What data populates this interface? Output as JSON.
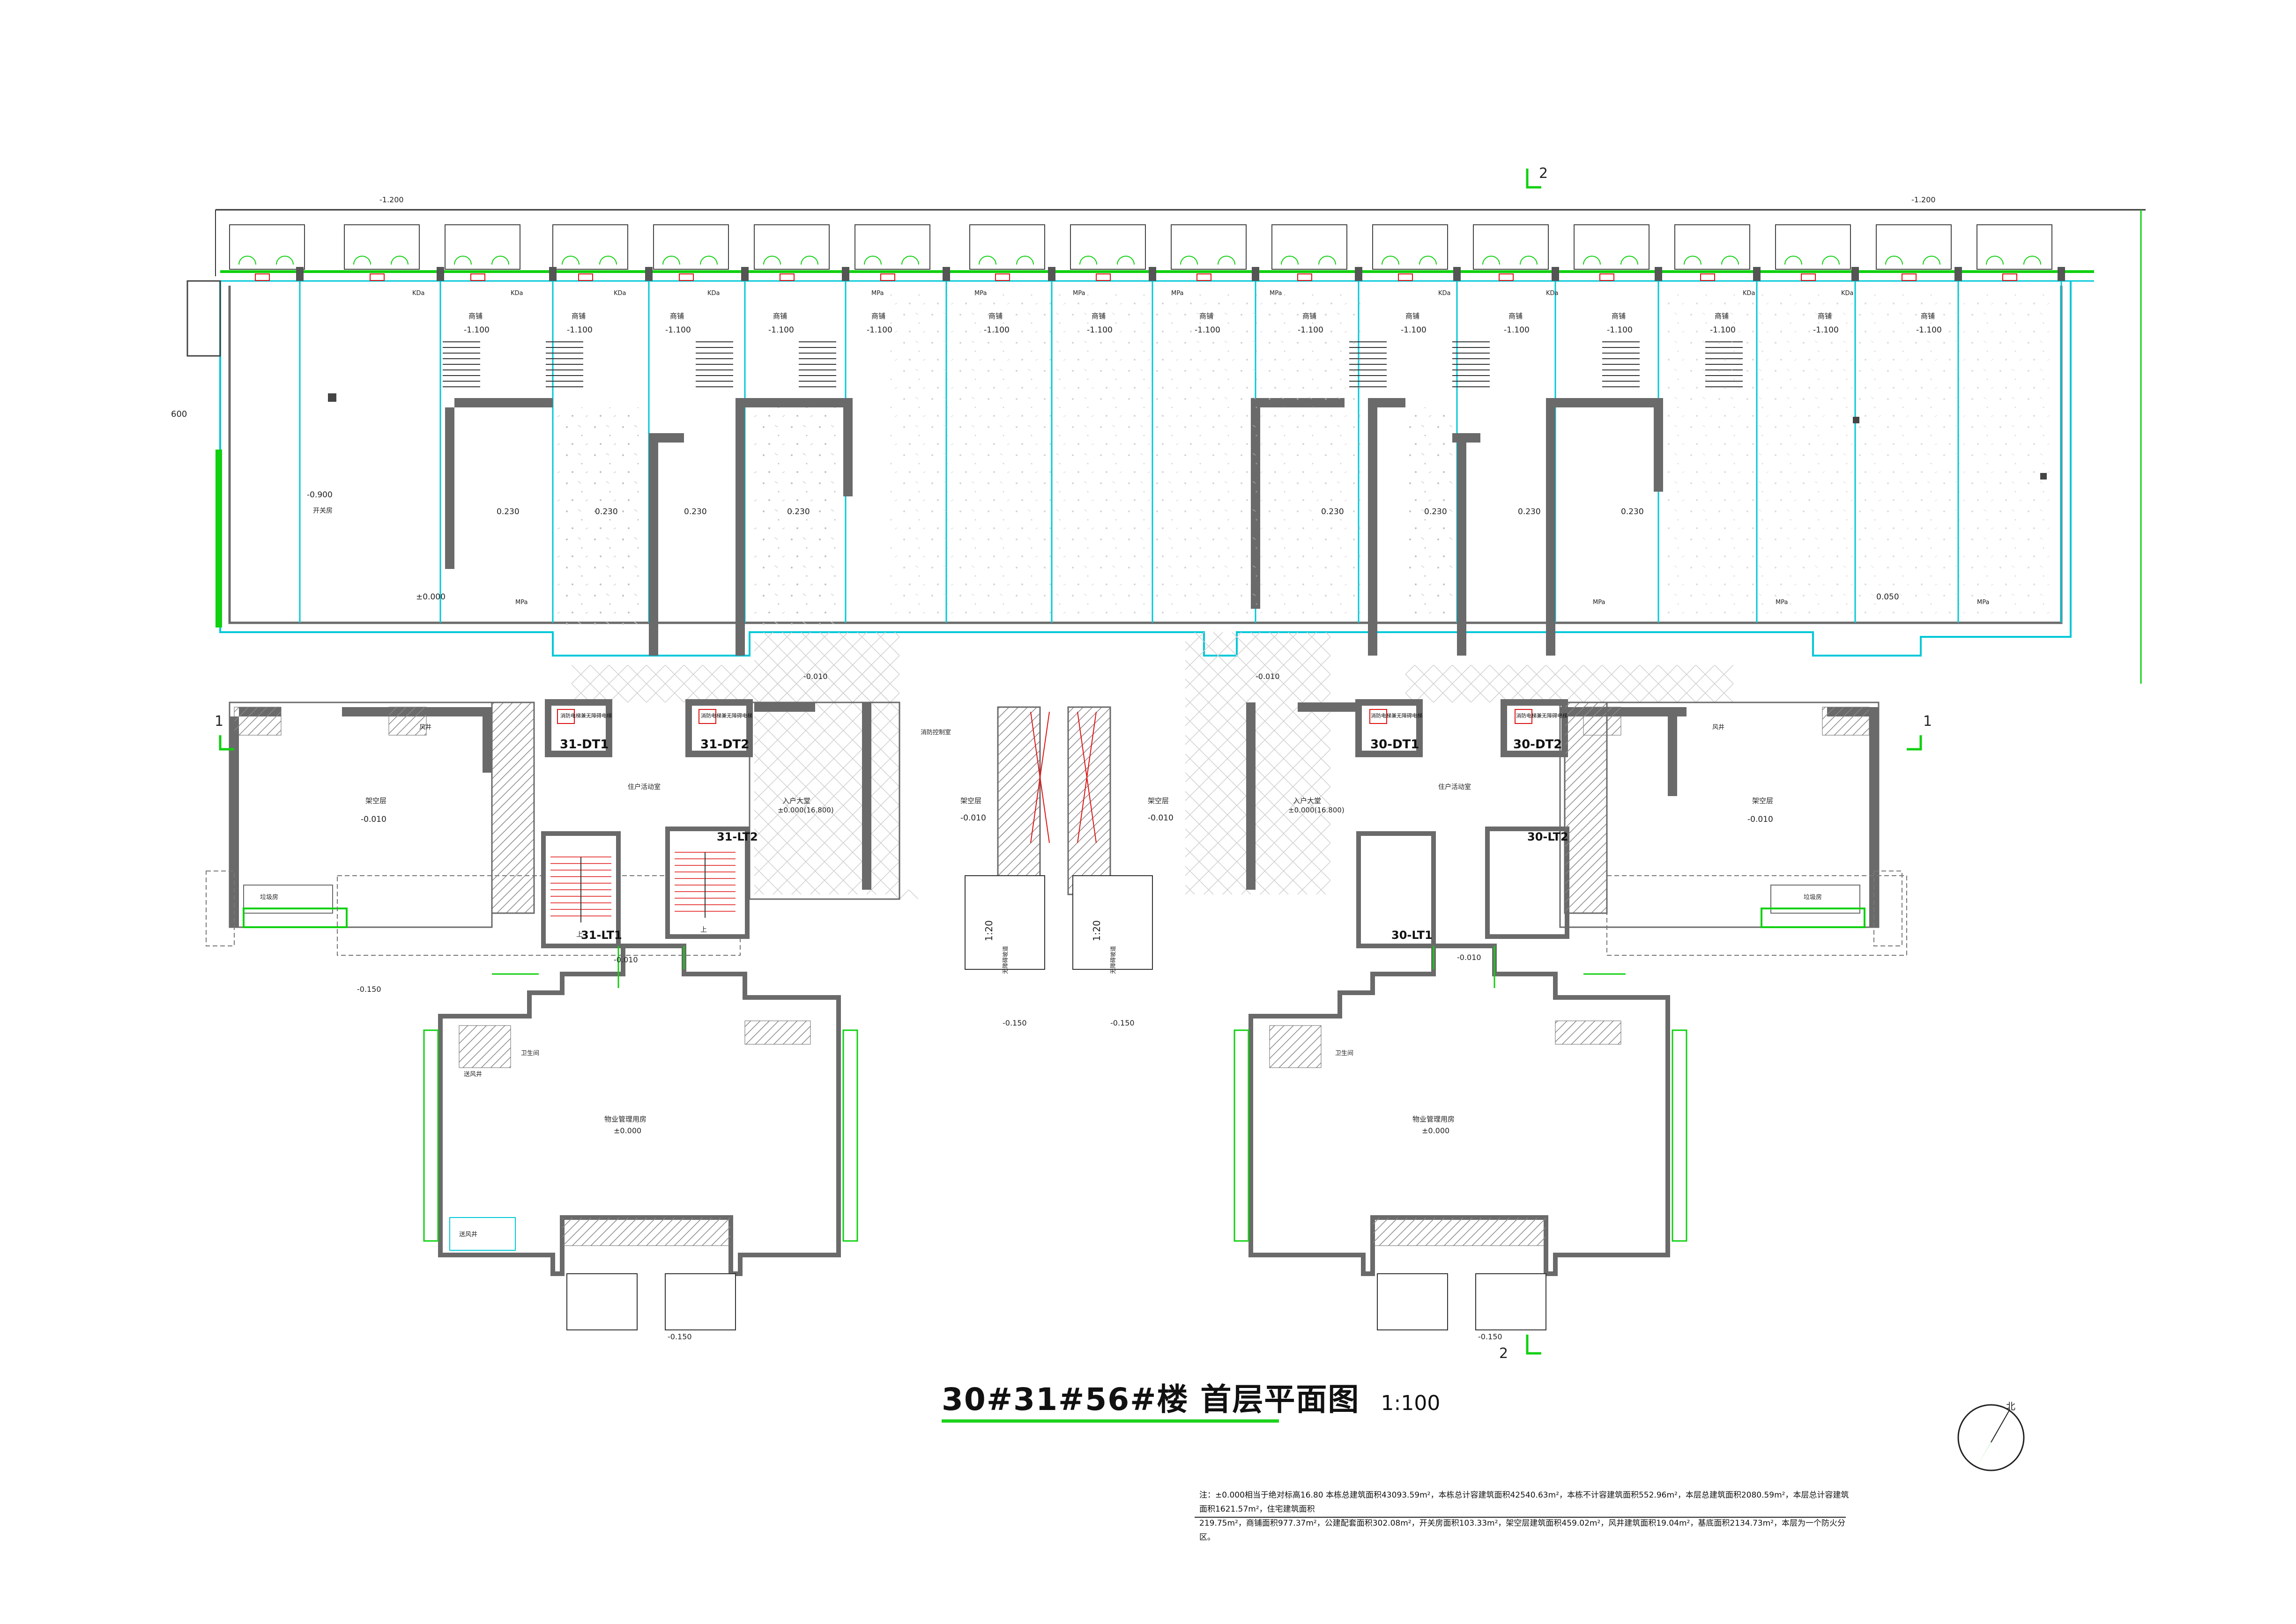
{
  "drawing": {
    "title": "30#31#56#楼  首层平面图",
    "scale": "1:100",
    "north_label": "北",
    "notes_line1": "注：±0.000相当于绝对标高16.80   本栋总建筑面积43093.59m²，本栋总计容建筑面积42540.63m²，本栋不计容建筑面积552.96m²，本层总建筑面积2080.59m²，本层总计容建筑面积1621.57m²，住宅建筑面积",
    "notes_line2": "219.75m²，商铺面积977.37m²，公建配套面积302.08m²，开关房面积103.33m²，架空层建筑面积459.02m²，风井建筑面积19.04m²，基底面积2134.73m²，本层为一个防火分区。"
  },
  "section_marks": {
    "s1_left": "1",
    "s1_right": "1",
    "s2_top": "2",
    "s2_bottom": "2"
  },
  "levels": {
    "m1200": "-1.200",
    "m1100": "-1.100",
    "m0900": "-0.900",
    "p0230": "0.230",
    "p0000": "±0.000",
    "m0010": "-0.010",
    "m0150": "-0.150",
    "p0050": "0.050",
    "lobby": "±0.000(16.800)",
    "dim600": "600"
  },
  "rooms": {
    "shop": "商铺",
    "substation": "开关房",
    "canopy": "架空层",
    "lobby": "入户大堂",
    "public_room": "住户活动室",
    "property_office": "物业管理用房",
    "fire_control": "消防控制室",
    "toilet": "卫生间",
    "air_shaft": "风井",
    "garbage": "垃圾房",
    "wind_room": "送风井",
    "ramp": "无障碍坡道"
  },
  "lifts": {
    "dt31_1": "31-DT1",
    "dt31_2": "31-DT2",
    "dt30_1": "30-DT1",
    "dt30_2": "30-DT2",
    "lt31_1": "31-LT1",
    "lt31_2": "31-LT2",
    "lt30_1": "30-LT1",
    "lt30_2": "30-LT2",
    "lift_note": "消防电梯兼无障碍电梯"
  },
  "symbols": {
    "kd": "KDa",
    "mp": "MPa",
    "slope": "1:20",
    "up": "上"
  },
  "colors": {
    "wall": "#6a6a6a",
    "window": "#00c8d8",
    "green": "#10d010",
    "red": "#e01010",
    "line": "#222222"
  }
}
